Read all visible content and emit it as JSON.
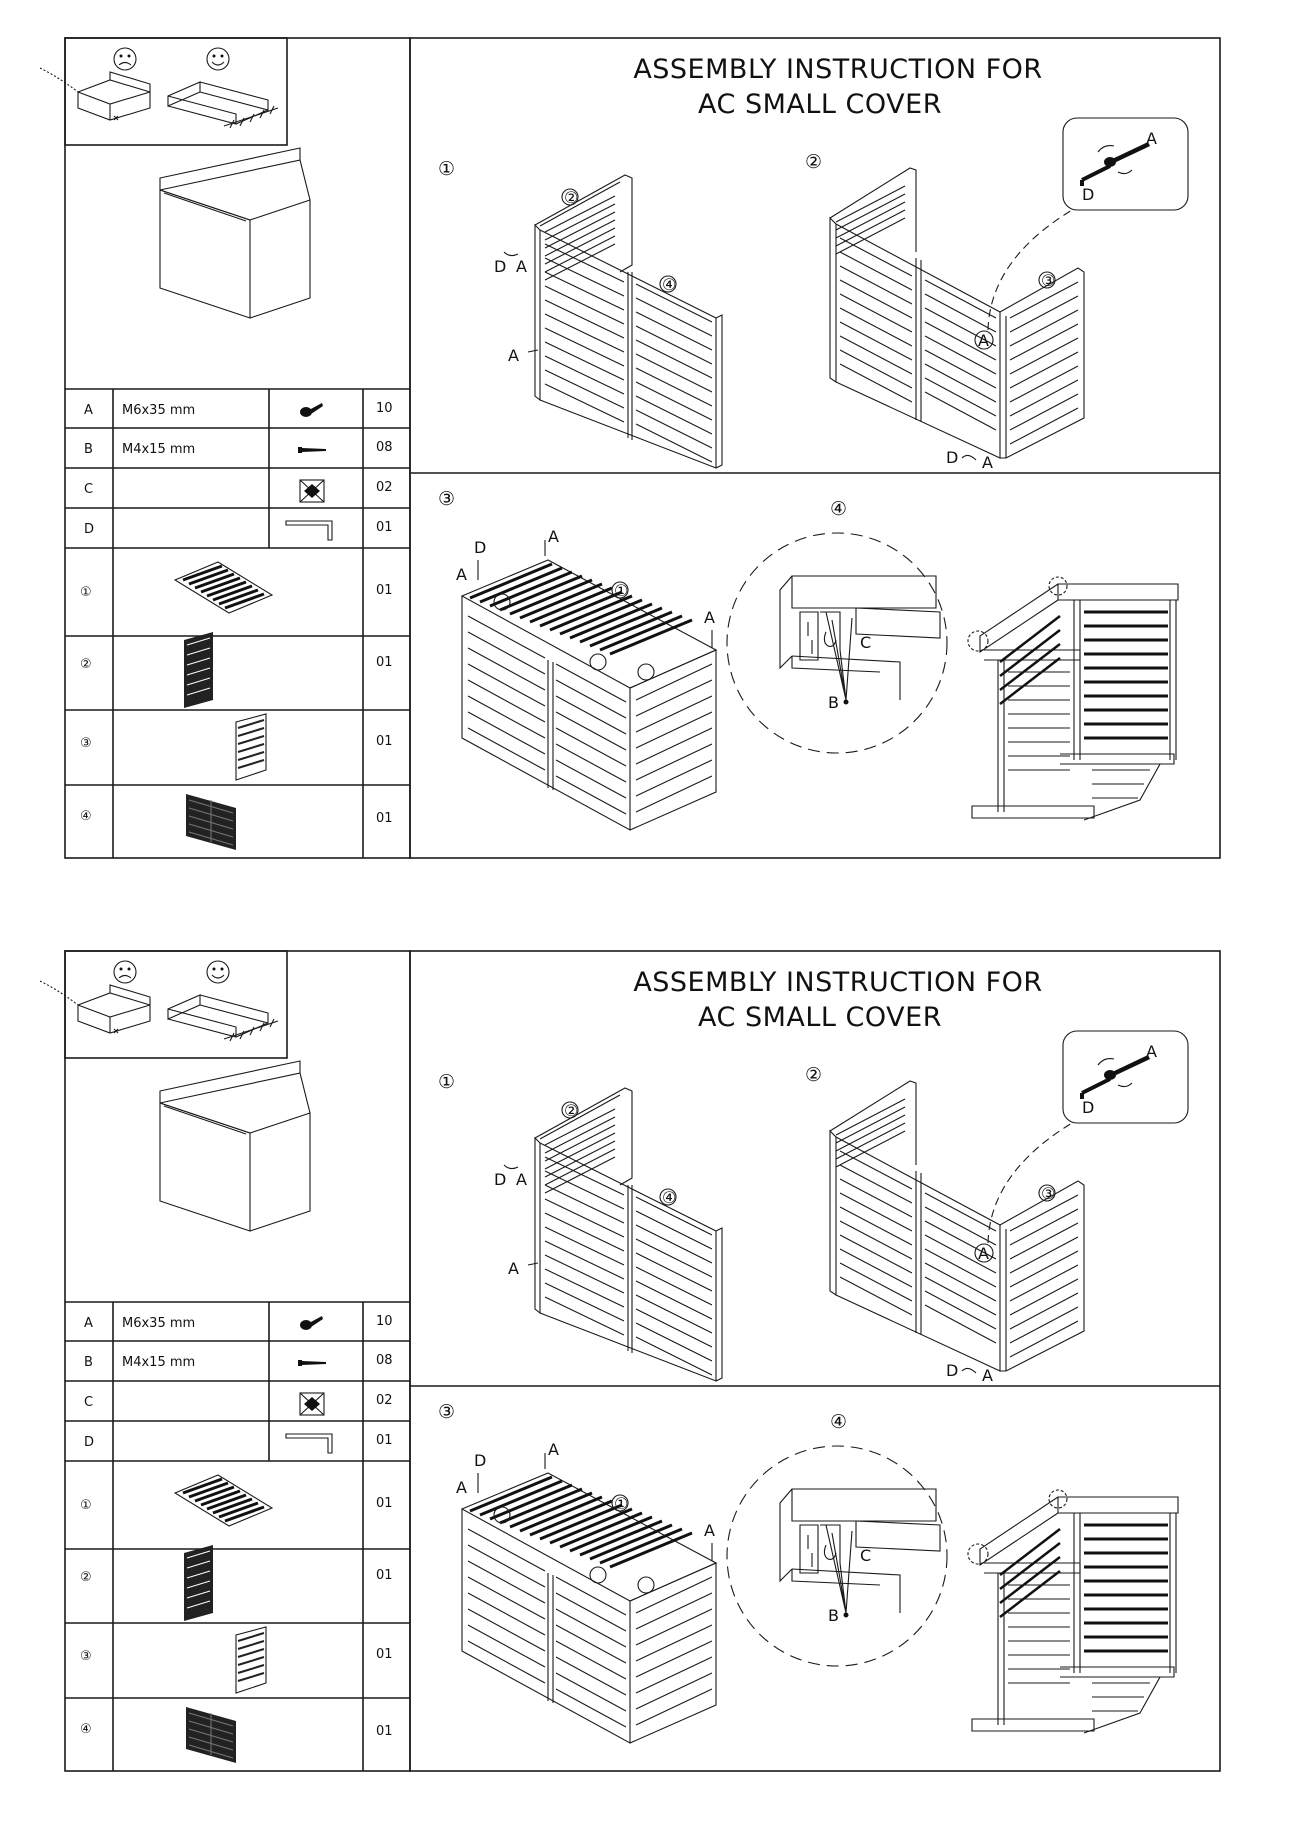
{
  "title_line1": "ASSEMBLY INSTRUCTION FOR",
  "title_line2": "AC SMALL COVER",
  "icons": {
    "bad": "sad-face-icon",
    "good": "happy-face-icon"
  },
  "parts": [
    {
      "id": "A",
      "spec": "M6x35 mm",
      "icon": "bolt-icon",
      "qty": "10"
    },
    {
      "id": "B",
      "spec": "M4x15 mm",
      "icon": "screw-icon",
      "qty": "08"
    },
    {
      "id": "C",
      "spec": "",
      "icon": "bracket-icon",
      "qty": "02"
    },
    {
      "id": "D",
      "spec": "",
      "icon": "allen-key-icon",
      "qty": "01"
    }
  ],
  "panels": [
    {
      "id": "①",
      "icon": "top-panel-icon",
      "qty": "01"
    },
    {
      "id": "②",
      "icon": "side-panel-icon",
      "qty": "01"
    },
    {
      "id": "③",
      "icon": "side-panel-icon",
      "qty": "01"
    },
    {
      "id": "④",
      "icon": "front-panel-icon",
      "qty": "01"
    }
  ],
  "steps": [
    "①",
    "②",
    "③",
    "④"
  ],
  "labels": {
    "a": "A",
    "b": "B",
    "c": "C",
    "d": "D",
    "p1": "①",
    "p2": "②",
    "p3": "③",
    "p4": "④"
  }
}
